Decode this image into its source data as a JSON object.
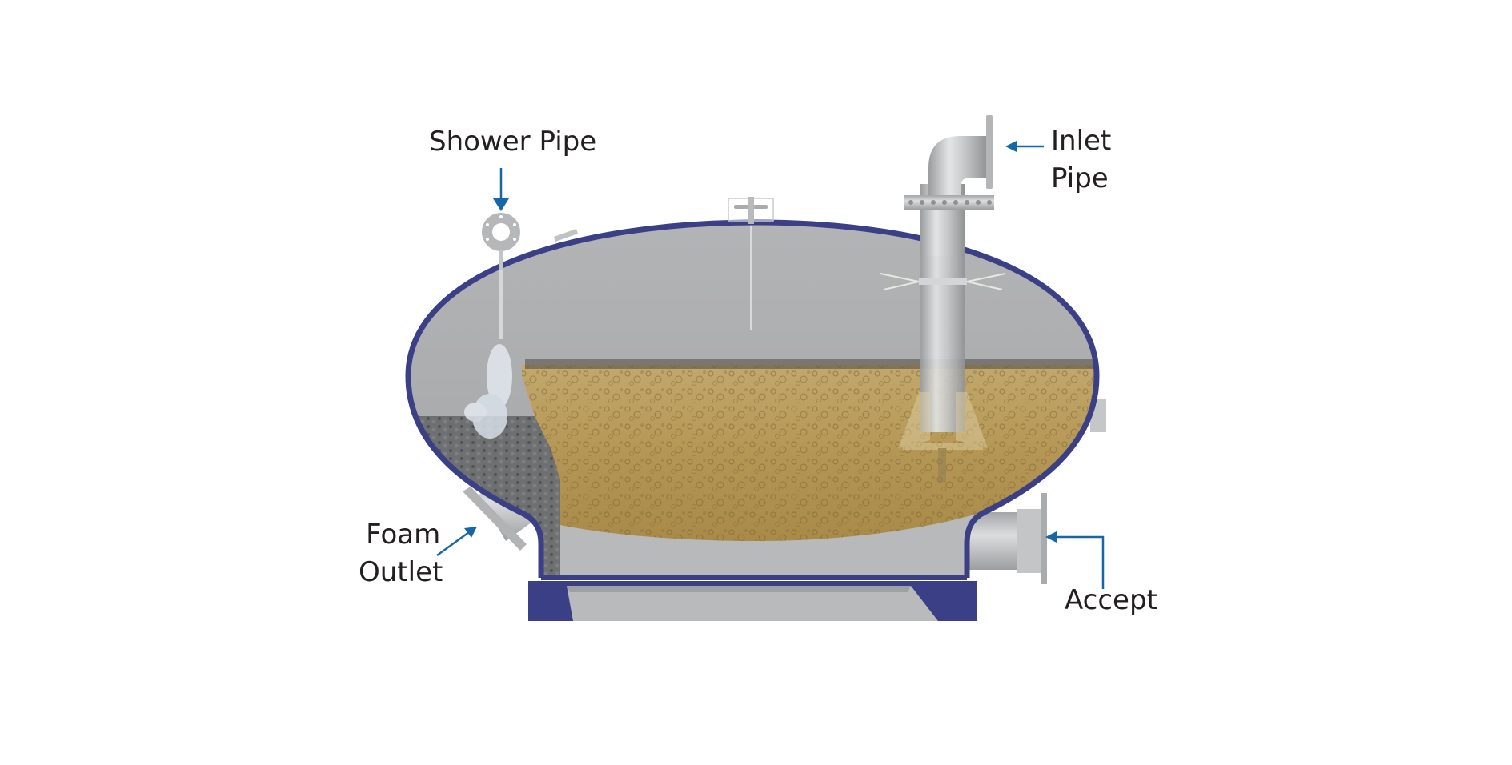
{
  "diagram": {
    "subject": "Horizontal tank cross-section with foam separation",
    "colors": {
      "background": "#ffffff",
      "tank_outline": "#3b3f86",
      "tank_interior_gray": "#a8a9ab",
      "liquid": "#b89a5a",
      "liquid_dark": "#7d6838",
      "foam_gray": "#6d6e70",
      "steel": "#c4c6c8",
      "arrow": "#1666a8",
      "label_text": "#231f20"
    },
    "labels": {
      "shower_pipe": "Shower Pipe",
      "inlet_pipe_line1": "Inlet",
      "inlet_pipe_line2": "Pipe",
      "foam_outlet_line1": "Foam",
      "foam_outlet_line2": "Outlet",
      "accept": "Accept"
    }
  }
}
